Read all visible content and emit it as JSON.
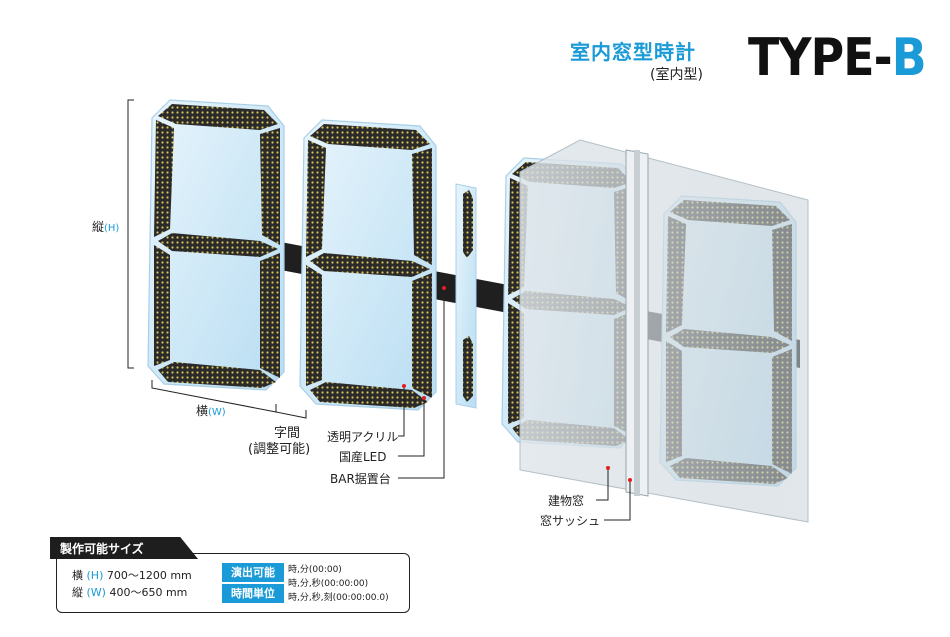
{
  "title": {
    "product": "室内窓型時計",
    "subtitle": "(室内型)",
    "type_prefix": "TYPE-",
    "type_letter": "B"
  },
  "labels": {
    "height": "縦",
    "height_code": "(H)",
    "width": "横",
    "width_code": "(W)",
    "spacing_line1": "字間",
    "spacing_line2": "(調整可能)",
    "acrylic": "透明アクリル",
    "led": "国産LED",
    "bar": "BAR据置台",
    "window": "建物窓",
    "sash": "窓サッシュ"
  },
  "spec": {
    "heading": "製作可能サイズ",
    "width_label": "横",
    "width_code": "(H)",
    "width_range": "700～1200 mm",
    "height_label": "縦",
    "height_code": "(W)",
    "height_range": "400～650 mm",
    "badge_top": "演出可能",
    "badge_bottom": "時間単位",
    "units": [
      "時,分(00:00)",
      "時,分,秒(00:00:00)",
      "時,分,秒,刻(00:00:00.0)"
    ]
  },
  "colors": {
    "accent": "#1a9ad6",
    "led_dots": "#d8c45a",
    "segment_body": "#2a2a2a",
    "acrylic": "#cfe9f7"
  },
  "icons": {
    "digit": "seven-segment-digit-icon",
    "colon": "colon-segment-icon",
    "marker": "red-dot-marker-icon"
  }
}
